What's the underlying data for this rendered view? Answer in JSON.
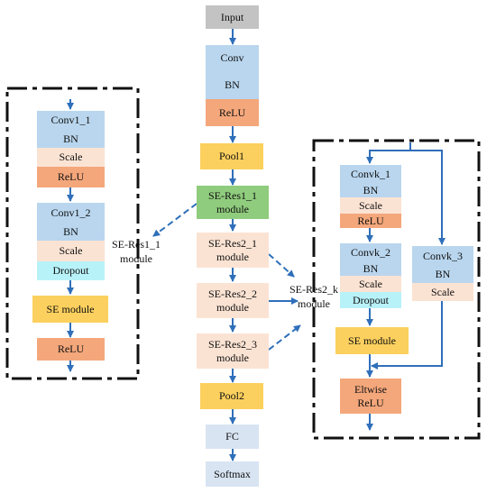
{
  "center": {
    "input": "Input",
    "conv": "Conv",
    "bn": "BN",
    "relu": "ReLU",
    "pool1": "Pool1",
    "se_res1_1": [
      "SE-Res1_1",
      "module"
    ],
    "se_res2_1": [
      "SE-Res2_1",
      "module"
    ],
    "se_res2_2": [
      "SE-Res2_2",
      "module"
    ],
    "se_res2_3": [
      "SE-Res2_3",
      "module"
    ],
    "pool2": "Pool2",
    "fc": "FC",
    "softmax": "Softmax"
  },
  "left_module": {
    "conv1_1": "Conv1_1",
    "bn1": "BN",
    "scale1": "Scale",
    "relu1": "ReLU",
    "conv1_2": "Conv1_2",
    "bn2": "BN",
    "scale2": "Scale",
    "dropout": "Dropout",
    "se_module": "SE module",
    "relu_out": "ReLU",
    "caption": [
      "SE-Res1_1",
      "module"
    ]
  },
  "right_module": {
    "convk_1": "Convk_1",
    "bn1": "BN",
    "scale1": "Scale",
    "relu1": "ReLU",
    "convk_2": "Convk_2",
    "bn2": "BN",
    "scale2": "Scale",
    "dropout": "Dropout",
    "se_module": "SE module",
    "eltwise": [
      "Eltwise",
      "ReLU"
    ],
    "convk_3": "Convk_3",
    "bn3": "BN",
    "scale3": "Scale",
    "caption": [
      "SE-Res2_k",
      "module"
    ]
  },
  "colors": {
    "arrow": "#2f6fba",
    "conv_blue": "#b9d6ee",
    "relu_orange": "#f4a77b",
    "scale_peach": "#fbe3d3",
    "pool_yellow": "#fcd05e",
    "res1_green": "#8fcc7d",
    "dropout_cyan": "#b8f2f9",
    "input_grey": "#c3c3c3",
    "fc_lightblue": "#d8e4f2"
  }
}
